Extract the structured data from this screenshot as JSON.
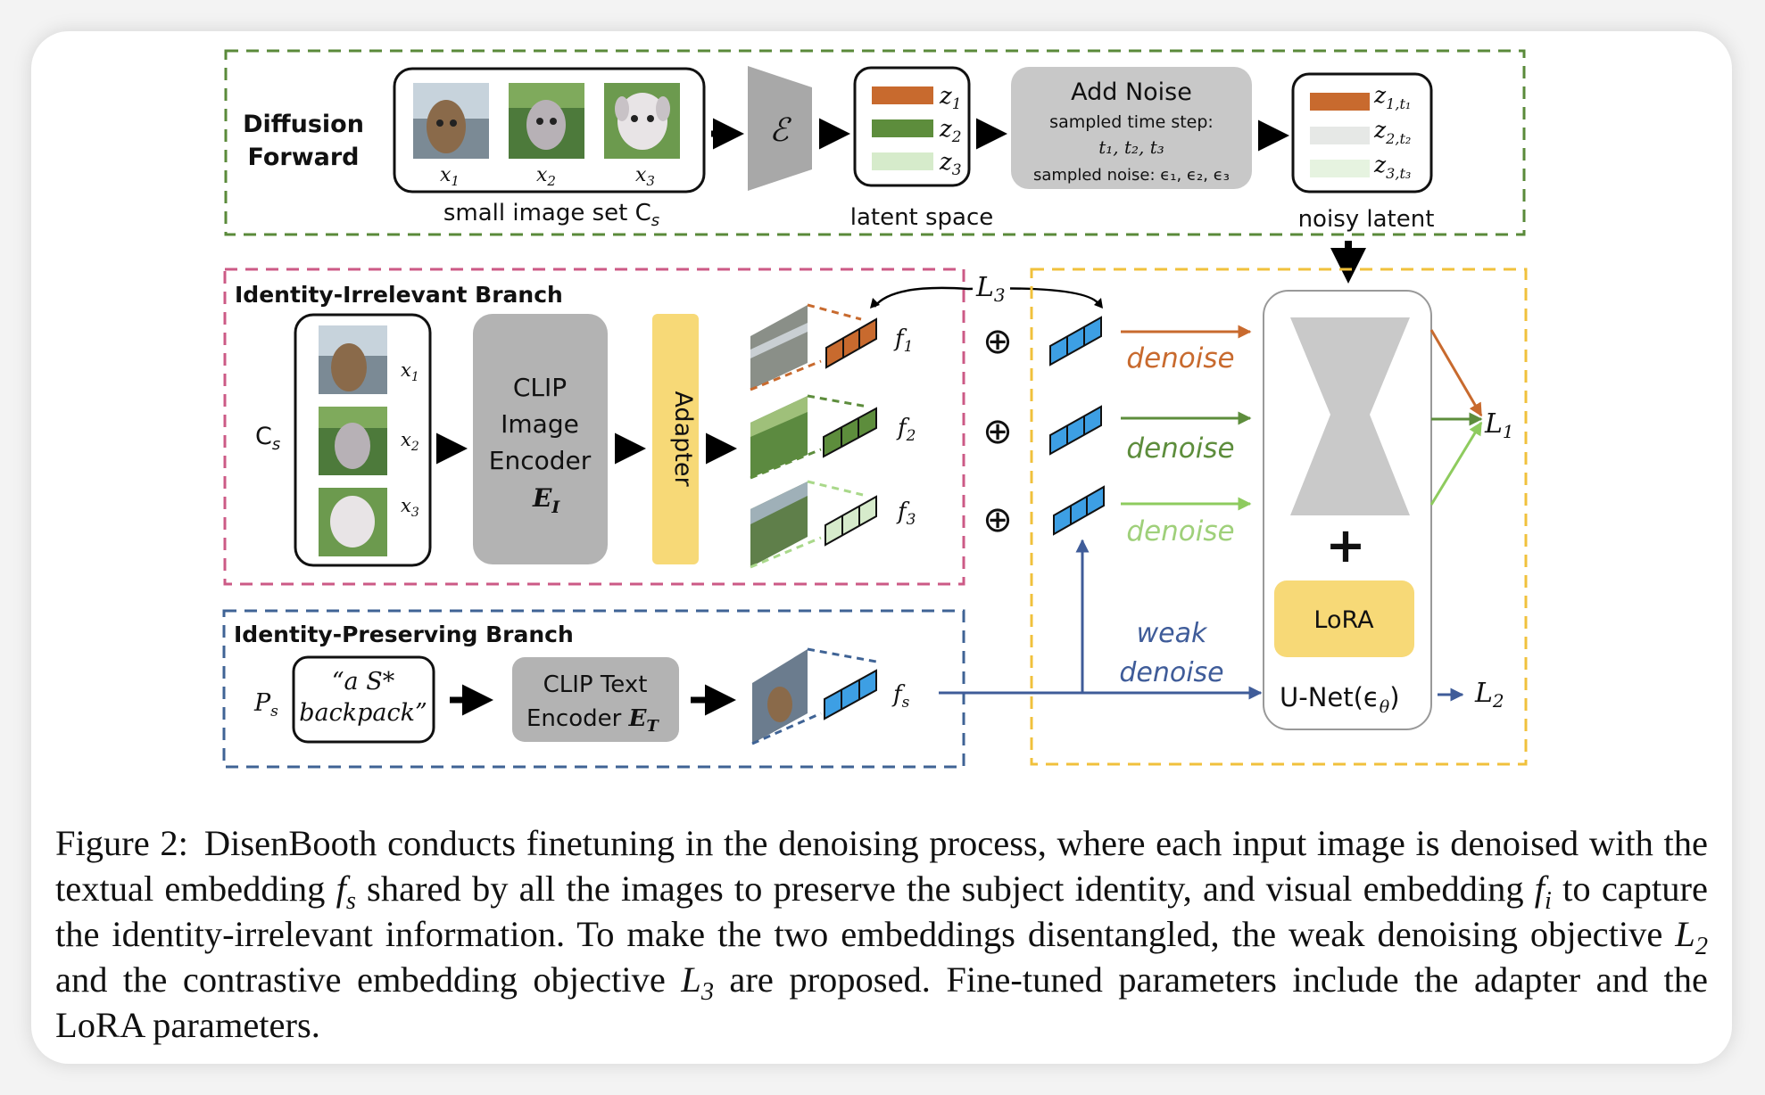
{
  "diffusion": {
    "label_line1": "Diffusion",
    "label_line2": "Forward",
    "image_set_caption": "small image set C",
    "image_set_caption_sub": "s",
    "image_labels": [
      "x",
      "x",
      "x"
    ],
    "image_label_subs": [
      "1",
      "2",
      "3"
    ],
    "encoder_symbol": "ℰ",
    "latents": [
      "z",
      "z",
      "z"
    ],
    "latent_subs": [
      "1",
      "2",
      "3"
    ],
    "latent_space_caption": "latent space",
    "add_noise": {
      "title": "Add Noise",
      "line1": "sampled time step:",
      "line2": "t₁, t₂, t₃",
      "line3": "sampled noise: ϵ₁, ϵ₂, ϵ₃"
    },
    "noisy_latents": [
      "z",
      "z",
      "z"
    ],
    "noisy_latent_subs": [
      "1,t₁",
      "2,t₂",
      "3,t₃"
    ],
    "noisy_latent_caption": "noisy latent"
  },
  "irrelevant_branch": {
    "title": "Identity-Irrelevant Branch",
    "set_label": "C",
    "set_label_sub": "s",
    "image_labels": [
      "x",
      "x",
      "x"
    ],
    "image_label_subs": [
      "1",
      "2",
      "3"
    ],
    "clip_image_encoder": [
      "CLIP",
      "Image",
      "Encoder"
    ],
    "clip_image_symbol": "E",
    "clip_image_symbol_sub": "I",
    "adapter_label": "Adapter",
    "features": [
      "f",
      "f",
      "f"
    ],
    "feature_subs": [
      "1",
      "2",
      "3"
    ]
  },
  "preserving_branch": {
    "title": "Identity-Preserving Branch",
    "prompt_label": "P",
    "prompt_label_sub": "s",
    "prompt_line1": "“a S* ",
    "prompt_line2": "backpack”",
    "clip_text_encoder_line1": "CLIP Text",
    "clip_text_encoder_line2": "Encoder ",
    "clip_text_symbol": "E",
    "clip_text_symbol_sub": "T",
    "feature": "f",
    "feature_sub": "s"
  },
  "unet": {
    "oplus": "⊕",
    "denoise_labels": [
      "denoise",
      "denoise",
      "denoise"
    ],
    "weak_denoise_line1": "weak",
    "weak_denoise_line2": "denoise",
    "plus": "+",
    "lora_label": "LoRA",
    "unet_label": "U-Net(ϵ",
    "unet_label_sub": "θ",
    "loss_l1": "L",
    "loss_l1_sub": "1",
    "loss_l2": "L",
    "loss_l2_sub": "2",
    "loss_l3": "L",
    "loss_l3_sub": "3"
  },
  "caption": {
    "figure_label": "Figure 2:",
    "part1": "DisenBooth conducts finetuning in the denoising process, where each input image is denoised with the textual embedding ",
    "fs": "f",
    "fs_sub": "s",
    "part2": " shared by all the images to preserve the subject identity, and visual embedding ",
    "fi": "f",
    "fi_sub": "i",
    "part3": " to capture the identity-irrelevant information. To make the two embeddings disentangled, the weak denoising objective ",
    "l2": "L",
    "l2_sub": "2",
    "part4": " and the contrastive embedding objective ",
    "l3": "L",
    "l3_sub": "3",
    "part5": " are proposed. Fine-tuned parameters include the adapter and the LoRA parameters."
  },
  "colors": {
    "diffusion_border": "#5a8a3a",
    "irrelevant_border": "#cc5a86",
    "preserving_border": "#3f6395",
    "unet_border": "#f0c13c",
    "latent_orange": "#c86a2e",
    "latent_green": "#5d8d3c",
    "latent_light_green": "#d6ebcb",
    "noisy_gray": "#e6e8e6",
    "noisy_light": "#e6f3e0",
    "feature_blue": "#3d9fe4",
    "adapter_yellow": "#f7d977",
    "lora_yellow": "#f7d977",
    "encoder_gray": "#b3b3b3",
    "weak_blue": "#3f5c99"
  }
}
